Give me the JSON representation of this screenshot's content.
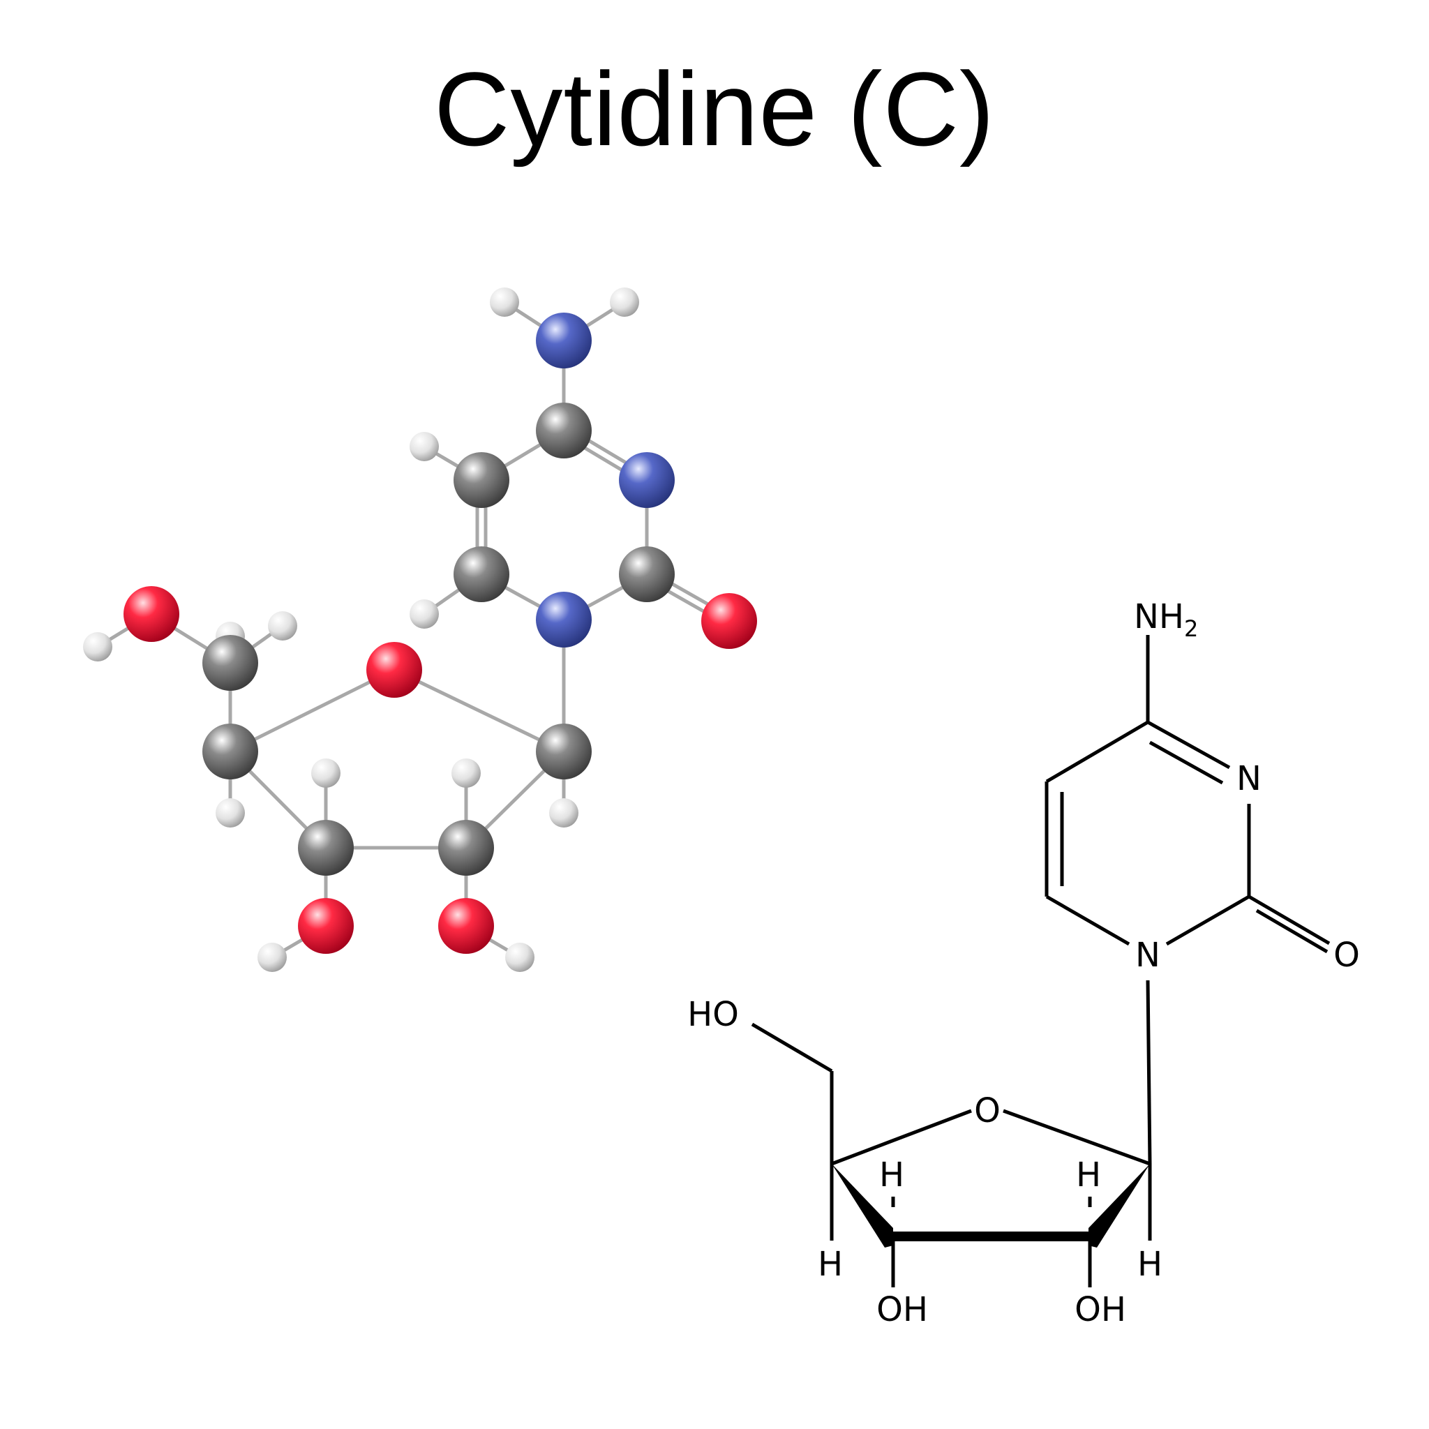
{
  "title": "Cytidine (C)",
  "colors": {
    "carbon": "#5a5a5a",
    "oxygen": "#e0102a",
    "nitrogen": "#3a4fb0",
    "hydrogen": "#dcdcdc",
    "bond": "#9a9a9a",
    "ink": "#000000"
  },
  "structural_formula": {
    "labels": {
      "amine": "NH",
      "amine_subscript": "2",
      "ring_n3": "N",
      "ring_n1": "N",
      "carbonyl_o": "O",
      "ring_o": "O",
      "hydroxymethyl": "HO",
      "oh_left": "OH",
      "oh_right": "OH",
      "h_c4_top": "H",
      "h_c3_top": "H",
      "h_c4_bottom": "H",
      "h_c1_bottom": "H"
    }
  }
}
